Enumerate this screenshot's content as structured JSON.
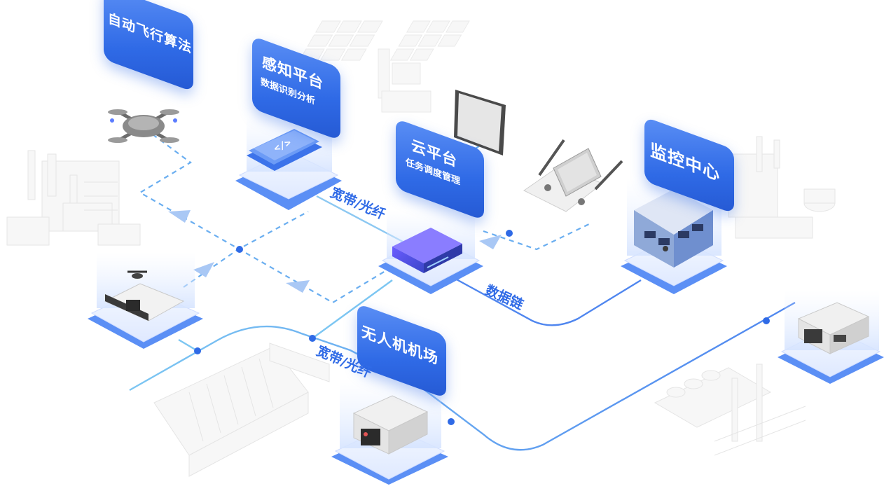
{
  "nodes": {
    "flight_algorithm": {
      "title": "自动飞行算法"
    },
    "perception_platform": {
      "title": "感知平台",
      "subtitle": "数据识别分析"
    },
    "cloud_platform": {
      "title": "云平台",
      "subtitle": "任务调度管理"
    },
    "monitoring_center": {
      "title": "监控中心"
    },
    "drone_airport": {
      "title": "无人机机场"
    }
  },
  "edges": {
    "broadband_fiber_top": "宽带/光纤",
    "broadband_fiber_bottom": "宽带/光纤",
    "data_link": "数据链"
  },
  "colors": {
    "accent": "#2f6ae6",
    "light_line": "#7cc6f2",
    "platform": "#eaf1ff"
  }
}
